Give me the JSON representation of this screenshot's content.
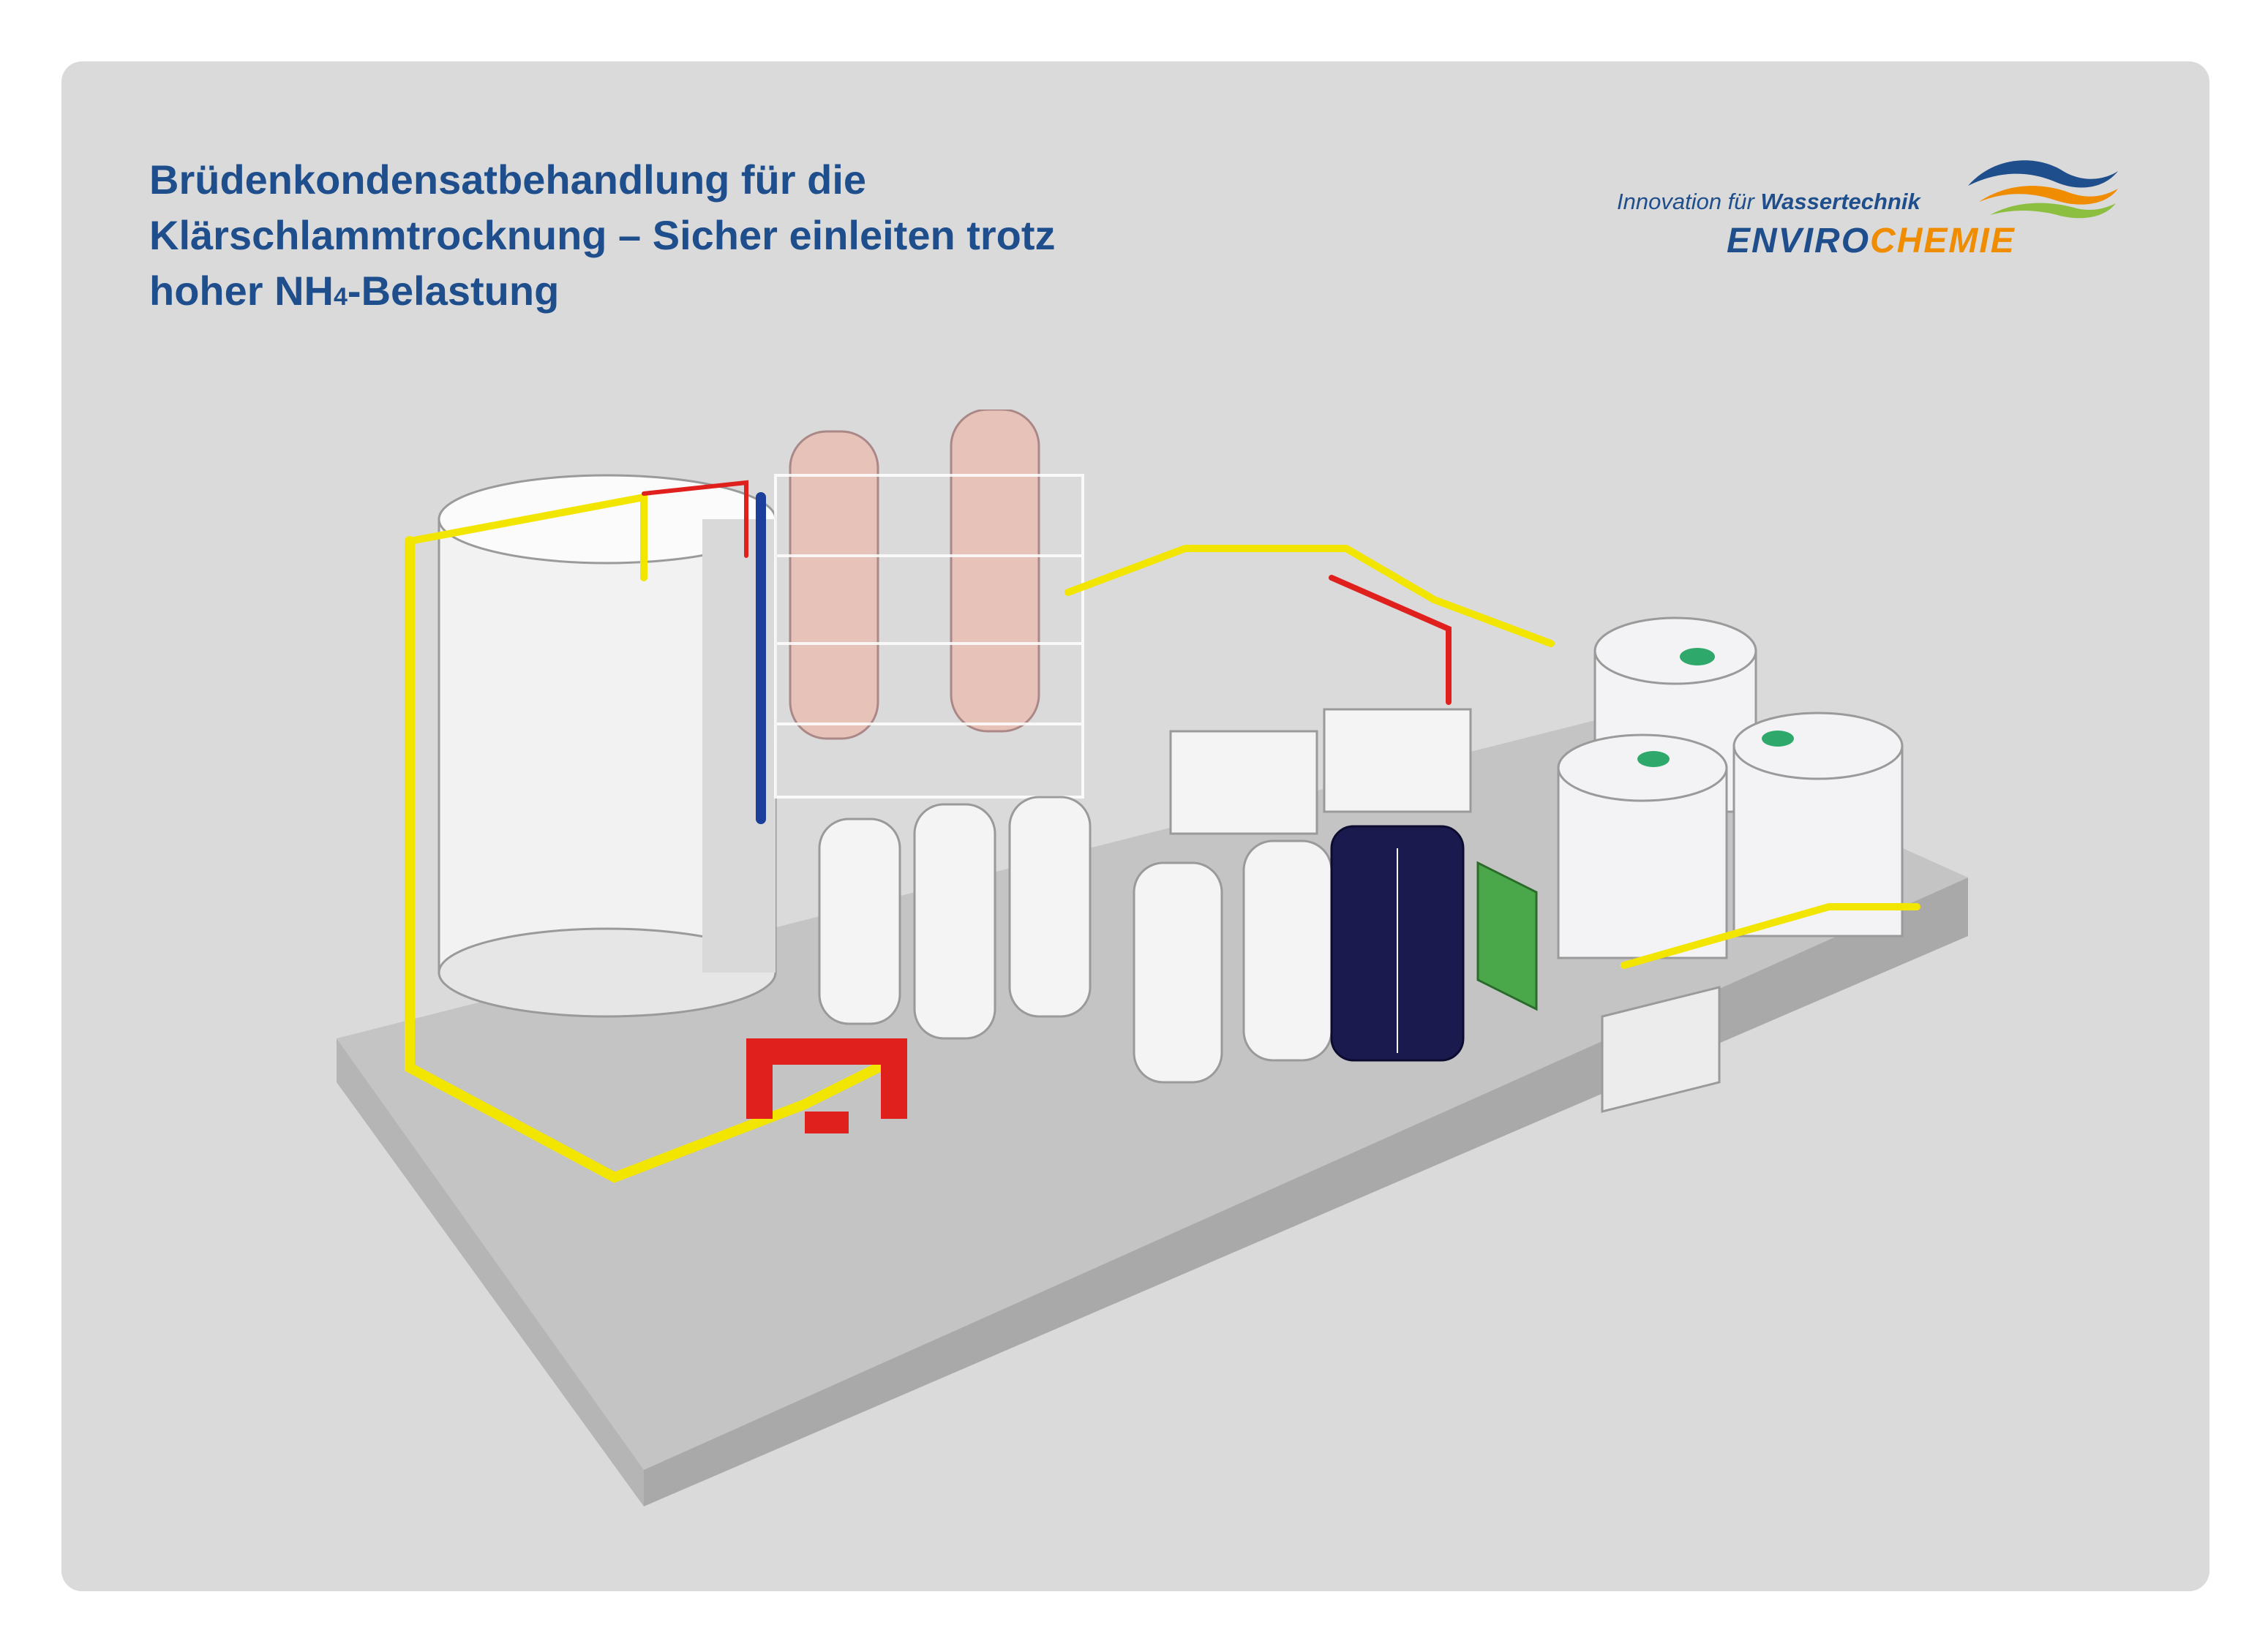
{
  "title": {
    "line1": "Brüdenkondensatbehandlung für die",
    "line2": "Klärschlammtrocknung  – Sicher einleiten trotz",
    "line3_prefix": "hoher NH",
    "line3_sub": "4",
    "line3_suffix": "-Belastung"
  },
  "logo": {
    "tagline_regular": "Innovation für ",
    "tagline_bold": "Wassertechnik",
    "brand_part1": "ENVIRO",
    "brand_part2": "CHEMIE",
    "icon": "wave-logo-icon"
  },
  "colors": {
    "panel": "#dadada",
    "title": "#1f4e8c",
    "brand_blue": "#1f4e8c",
    "brand_orange": "#f08c00",
    "pipe_yellow": "#f2e600",
    "pipe_red": "#e0201c",
    "pipe_blue": "#1b3f9a",
    "tank_dark": "#1a1a4e",
    "tank_pink": "#e7c2b8"
  }
}
